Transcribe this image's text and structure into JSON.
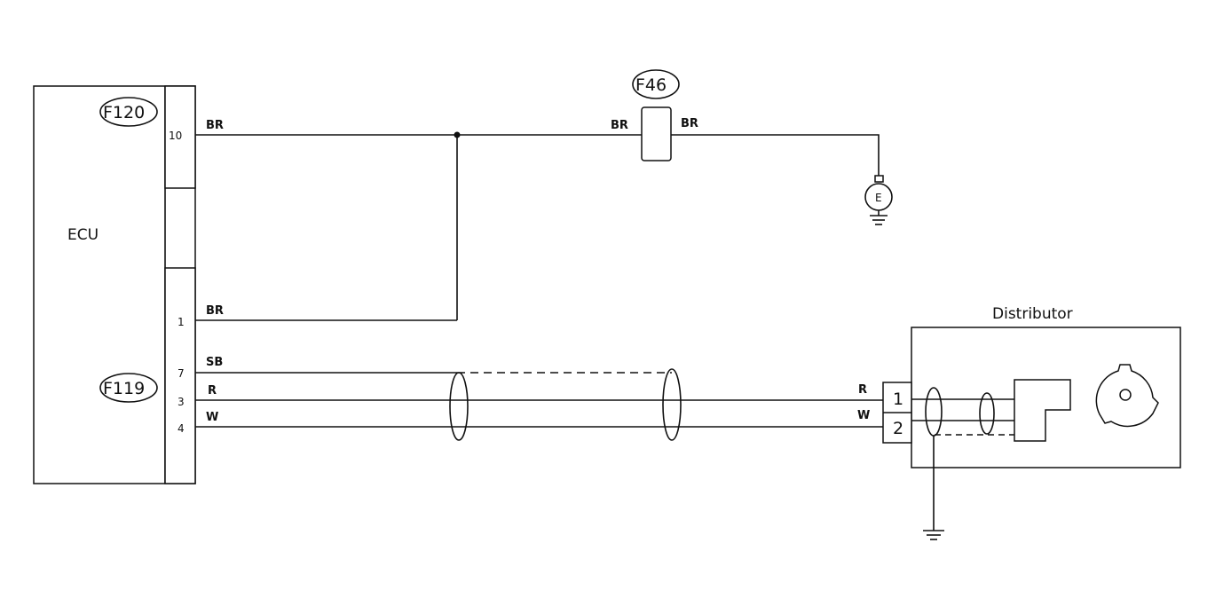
{
  "ecu": {
    "label": "ECU"
  },
  "connectors": {
    "f120": "F120",
    "f119": "F119",
    "f46": "F46"
  },
  "ground_symbol": "E",
  "distributor": {
    "label": "Distributor"
  },
  "pins": {
    "p10": "10",
    "p1": "1",
    "p7": "7",
    "p3": "3",
    "p4": "4",
    "dist1": "1",
    "dist2": "2"
  },
  "wire_colors": {
    "br_10": "BR",
    "br_f46_in": "BR",
    "br_f46_out": "BR",
    "br_1": "BR",
    "sb_7": "SB",
    "r_3": "R",
    "w_4": "W",
    "r_dist": "R",
    "w_dist": "W"
  }
}
